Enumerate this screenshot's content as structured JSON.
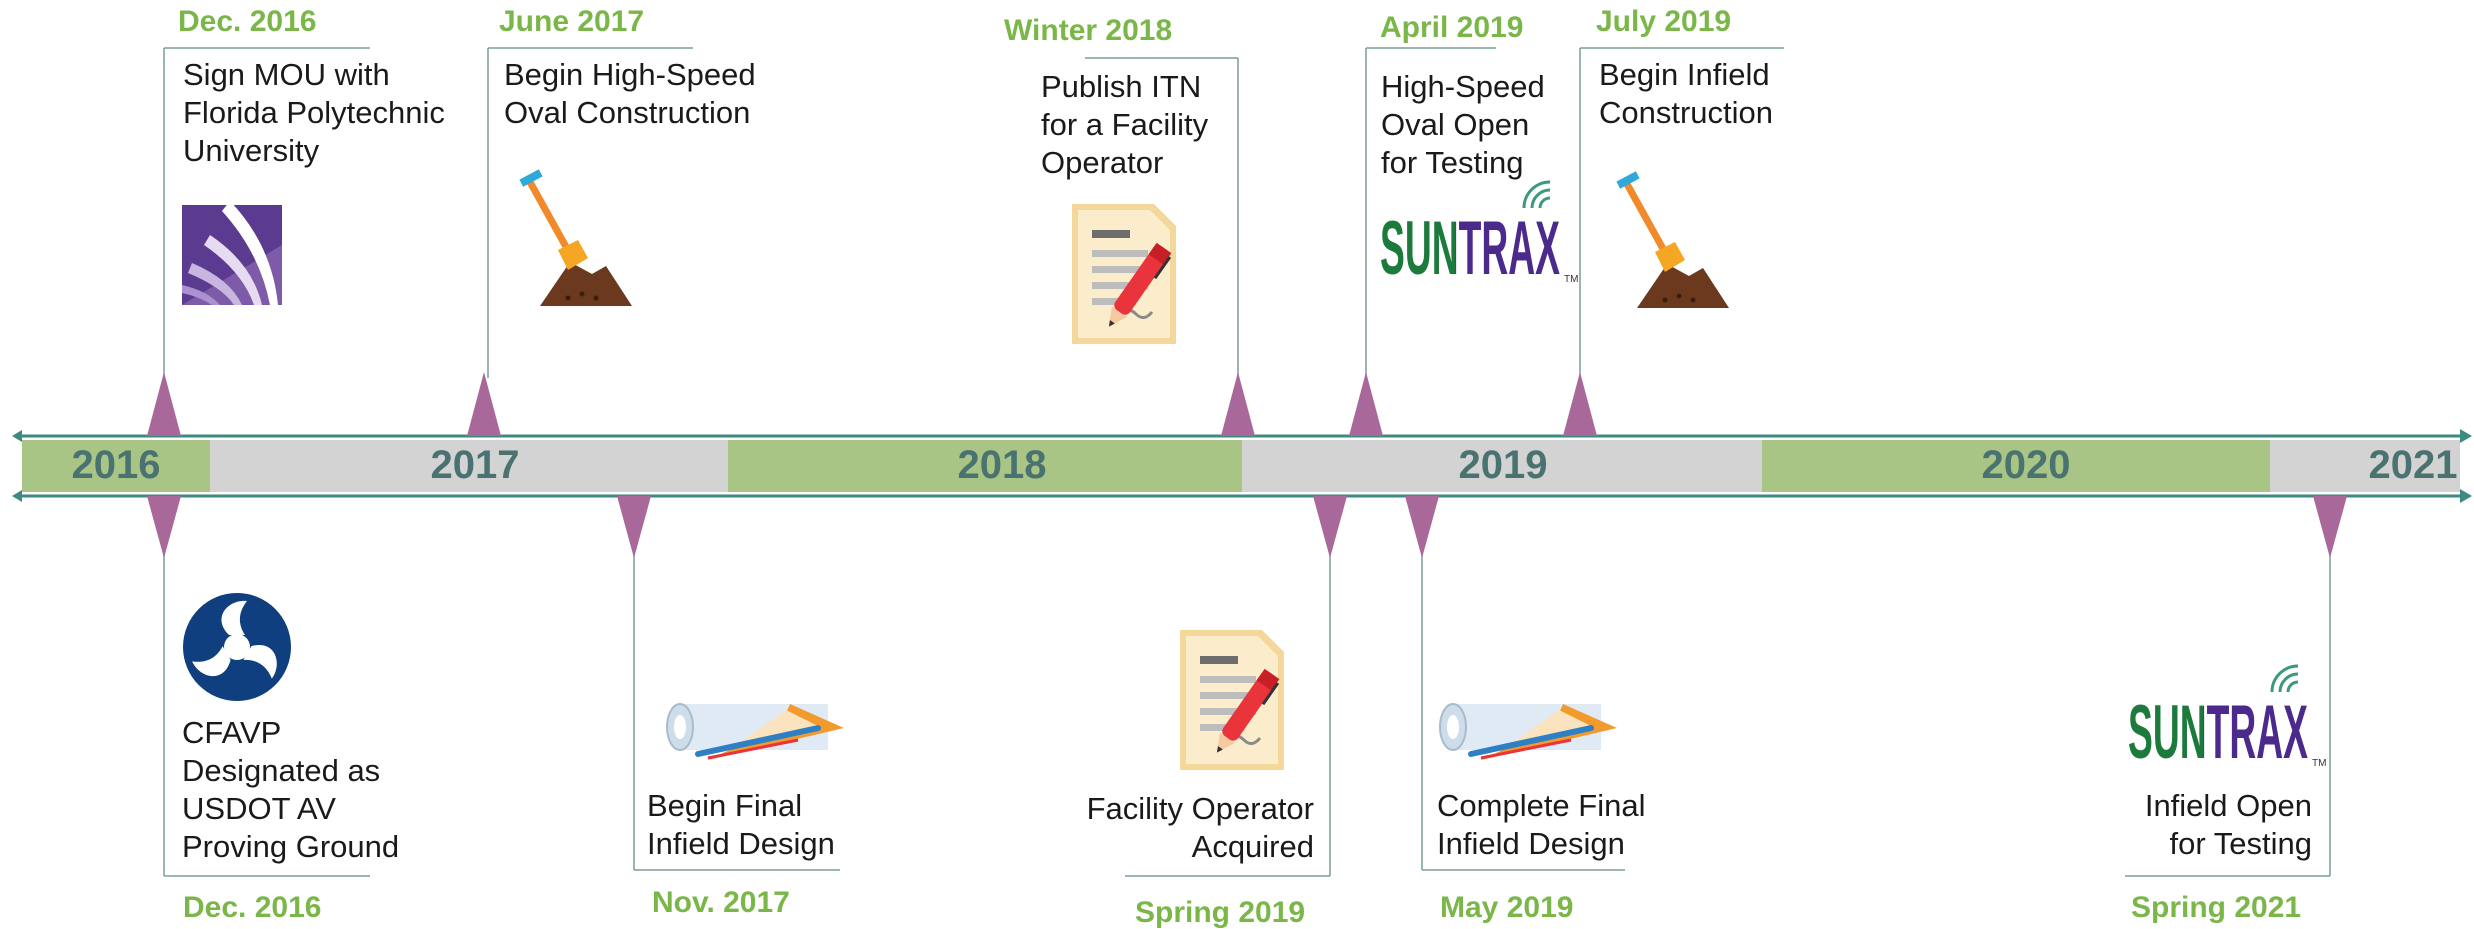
{
  "years": [
    "2016",
    "2017",
    "2018",
    "2019",
    "2020",
    "2021"
  ],
  "colors": {
    "green_band": "#a8c585",
    "gray_band": "#d3d3d3",
    "axis_line": "#3f8a80",
    "marker": "#a9689a",
    "date_text": "#7ab648",
    "year_text": "#4a7270",
    "connector": "#7a9e98"
  },
  "milestones_top": [
    {
      "date": "Dec. 2016",
      "lines": [
        "Sign MOU with",
        "Florida Polytechnic",
        "University"
      ],
      "icon": "florida-poly-logo-icon"
    },
    {
      "date": "June 2017",
      "lines": [
        "Begin High-Speed",
        "Oval Construction"
      ],
      "icon": "shovel-dirt-icon"
    },
    {
      "date": "Winter 2018",
      "lines": [
        "Publish ITN",
        "for a Facility",
        "Operator"
      ],
      "icon": "document-pen-icon"
    },
    {
      "date": "April 2019",
      "lines": [
        "High-Speed",
        "Oval Open",
        "for Testing"
      ],
      "icon": "suntrax-logo-icon",
      "logo_text": "SUNTRAX"
    },
    {
      "date": "July 2019",
      "lines": [
        "Begin Infield",
        "Construction"
      ],
      "icon": "shovel-dirt-icon"
    }
  ],
  "milestones_bottom": [
    {
      "date": "Dec. 2016",
      "lines": [
        "CFAVP",
        "Designated as",
        "USDOT AV",
        "Proving Ground"
      ],
      "icon": "usdot-logo-icon"
    },
    {
      "date": "Nov. 2017",
      "lines": [
        "Begin Final",
        "Infield Design"
      ],
      "icon": "blueprint-triangle-icon"
    },
    {
      "date": "Spring 2019",
      "lines": [
        "Facility Operator",
        "Acquired"
      ],
      "icon": "document-pen-icon"
    },
    {
      "date": "May 2019",
      "lines": [
        "Complete Final",
        "Infield Design"
      ],
      "icon": "blueprint-triangle-icon"
    },
    {
      "date": "Spring 2021",
      "lines": [
        "Infield Open",
        "for Testing"
      ],
      "icon": "suntrax-logo-icon",
      "logo_text": "SUNTRAX"
    }
  ]
}
